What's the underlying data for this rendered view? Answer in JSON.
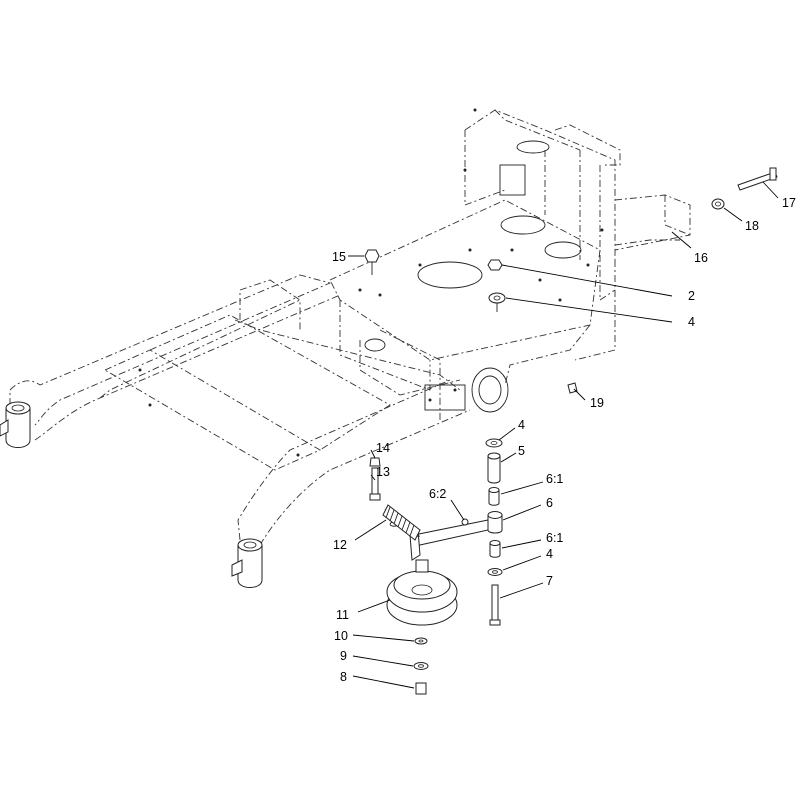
{
  "diagram": {
    "callouts": [
      {
        "id": "c17",
        "text": "17"
      },
      {
        "id": "c18",
        "text": "18"
      },
      {
        "id": "c16",
        "text": "16"
      },
      {
        "id": "c15",
        "text": "15"
      },
      {
        "id": "c2",
        "text": "2"
      },
      {
        "id": "c4a",
        "text": "4"
      },
      {
        "id": "c19",
        "text": "19"
      },
      {
        "id": "c4b",
        "text": "4"
      },
      {
        "id": "c5",
        "text": "5"
      },
      {
        "id": "c14",
        "text": "14"
      },
      {
        "id": "c13",
        "text": "13"
      },
      {
        "id": "c61a",
        "text": "6:1"
      },
      {
        "id": "c62",
        "text": "6:2"
      },
      {
        "id": "c6",
        "text": "6"
      },
      {
        "id": "c12",
        "text": "12"
      },
      {
        "id": "c61b",
        "text": "6:1"
      },
      {
        "id": "c4c",
        "text": "4"
      },
      {
        "id": "c7",
        "text": "7"
      },
      {
        "id": "c11",
        "text": "11"
      },
      {
        "id": "c10",
        "text": "10"
      },
      {
        "id": "c9",
        "text": "9"
      },
      {
        "id": "c8",
        "text": "8"
      }
    ]
  }
}
